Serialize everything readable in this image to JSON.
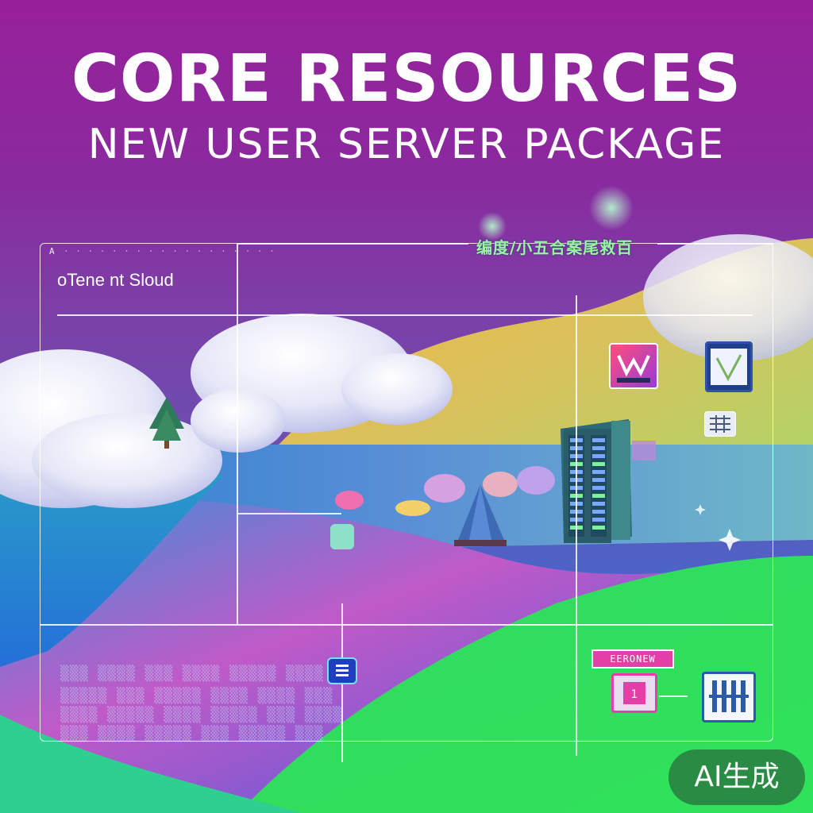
{
  "header": {
    "title": "CORE RESOURCES",
    "subtitle": "NEW USER SERVER PACKAGE"
  },
  "panel": {
    "brand": "oTene nt Sloud",
    "top_label": "A",
    "caption": "编度/小五合案尾救百",
    "tag_label": "EERONEW"
  },
  "badge": {
    "label": "AI生成"
  },
  "icons": [
    {
      "name": "design-app-icon"
    },
    {
      "name": "document-check-icon"
    },
    {
      "name": "grid-icon"
    },
    {
      "name": "menu-icon"
    },
    {
      "name": "chip-icon"
    },
    {
      "name": "server-rack-icon"
    }
  ],
  "colors": {
    "background_top": "#97209a",
    "background_bottom": "#2fbf8e",
    "accent_pink": "#e33fa6",
    "accent_green": "#2fe35a",
    "badge_green": "#286e3c"
  }
}
